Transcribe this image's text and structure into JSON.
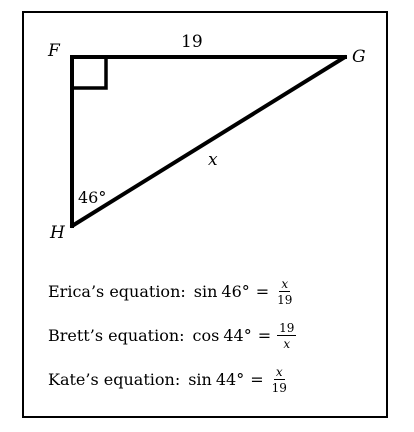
{
  "diagram": {
    "vertices": {
      "F": "F",
      "G": "G",
      "H": "H"
    },
    "side_FG_label": "19",
    "side_HG_label": "x",
    "angle_H_label": "46°"
  },
  "equations": [
    {
      "prefix": "Erica’s equation:",
      "func": "sin",
      "angle": "46°",
      "eq": "=",
      "numerator": "x",
      "denominator": "19"
    },
    {
      "prefix": "Brett’s equation:",
      "func": "cos",
      "angle": "44°",
      "eq": "=",
      "numerator": "19",
      "denominator": "x"
    },
    {
      "prefix": "Kate’s equation:",
      "func": "sin",
      "angle": "44°",
      "eq": "=",
      "numerator": "x",
      "denominator": "19"
    }
  ],
  "colors": {
    "stroke": "#000000",
    "background": "#ffffff"
  }
}
